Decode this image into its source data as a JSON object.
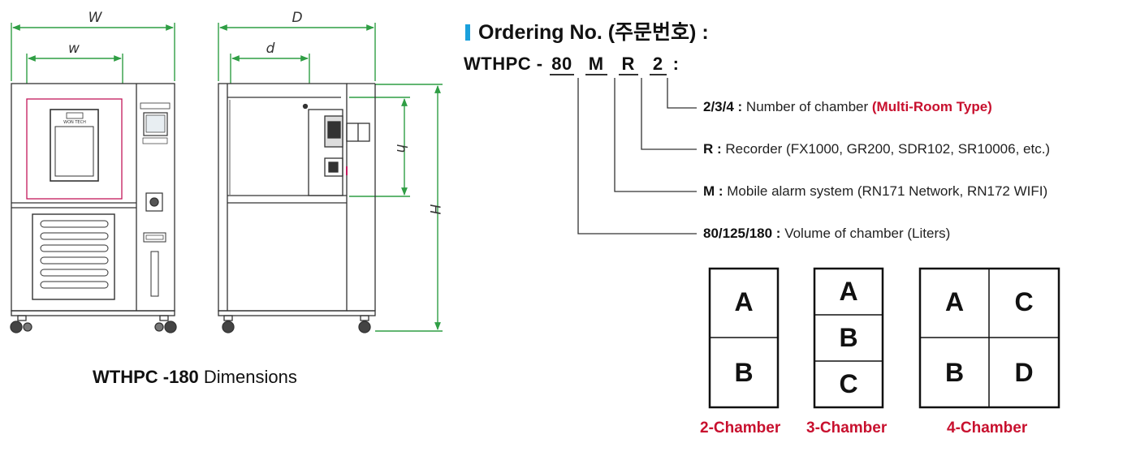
{
  "dimension_labels": {
    "W": "W",
    "w": "w",
    "D": "D",
    "d": "d",
    "h": "h",
    "H": "H"
  },
  "panel_logo_text": "WON TECH",
  "caption": {
    "model": "WTHPC -180",
    "text": " Dimensions"
  },
  "ordering": {
    "title": "Ordering No. (주문번호) :",
    "prefix": "WTHPC - ",
    "code_parts": [
      "80",
      "M",
      "R",
      "2",
      ":"
    ],
    "items": [
      {
        "key": "2/3/4 :",
        "text": " Number of chamber ",
        "highlight": "(Multi-Room Type)"
      },
      {
        "key": "R :",
        "text": " Recorder (FX1000, GR200, SDR102, SR10006, etc.)"
      },
      {
        "key": "M :",
        "text": " Mobile alarm system (RN171 Network, RN172 WIFI)"
      },
      {
        "key": "80/125/180 :",
        "text": " Volume of chamber (Liters)"
      }
    ]
  },
  "chambers": [
    {
      "label": "2-Chamber",
      "cells": [
        "A",
        "B"
      ]
    },
    {
      "label": "3-Chamber",
      "cells": [
        "A",
        "B",
        "C"
      ]
    },
    {
      "label": "4-Chamber",
      "cells": [
        "A",
        "C",
        "B",
        "D"
      ]
    }
  ],
  "colors": {
    "dimension": "#2f9e44",
    "accent_bar": "#1aa0dc",
    "highlight": "#c8102e",
    "door": "#c2185b"
  }
}
